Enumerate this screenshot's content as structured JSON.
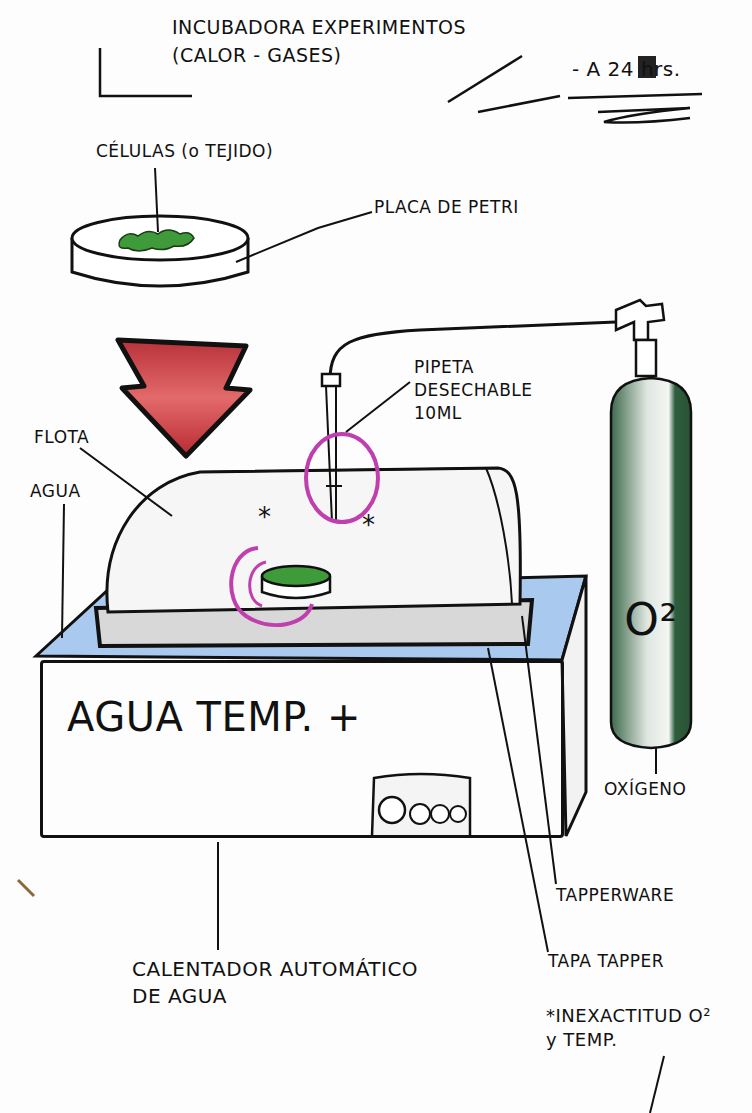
{
  "diagram": {
    "title": "INCUBADORA EXPERIMENTOS (CALOR - GASES)",
    "nodes": [
      {
        "text": [
          "AGUA TEMP. +"
        ]
      },
      {
        "text": [
          "O²"
        ]
      }
    ],
    "labels": [
      "- A 24 hrs.",
      "CÉLULAS (o TEJIDO)",
      "PLACA DE PETRI",
      "PIPETA DESECHABLE 10ML",
      "FLOTA",
      "AGUA",
      "*",
      "*",
      "OXÍGENO",
      "TAPPERWARE",
      "TAPA TAPPER",
      "CALENTADOR AUTOMÁTICO DE AGUA",
      "*INEXACTITUD O² y TEMP."
    ]
  }
}
